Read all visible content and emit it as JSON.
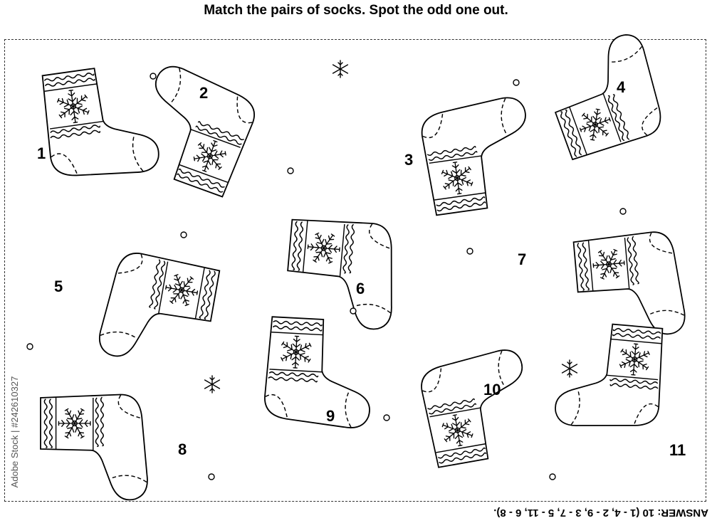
{
  "title": "Match the pairs of socks. Spot the odd one out.",
  "answer": "ANSWER: 10 (1 - 4, 2 - 9, 3 - 7, 5 - 11, 6 - 8).",
  "stock_id": "Adobe Stock | #242610327",
  "socks": [
    {
      "id": "1",
      "label": "1"
    },
    {
      "id": "2",
      "label": "2"
    },
    {
      "id": "3",
      "label": "3"
    },
    {
      "id": "4",
      "label": "4"
    },
    {
      "id": "5",
      "label": "5"
    },
    {
      "id": "6",
      "label": "6"
    },
    {
      "id": "7",
      "label": "7"
    },
    {
      "id": "8",
      "label": "8"
    },
    {
      "id": "9",
      "label": "9"
    },
    {
      "id": "10",
      "label": "10"
    },
    {
      "id": "11",
      "label": "11"
    }
  ],
  "icons": [
    "snowflake-icon",
    "sock-icon"
  ],
  "colors": {
    "ink": "#000000",
    "paper": "#ffffff"
  }
}
